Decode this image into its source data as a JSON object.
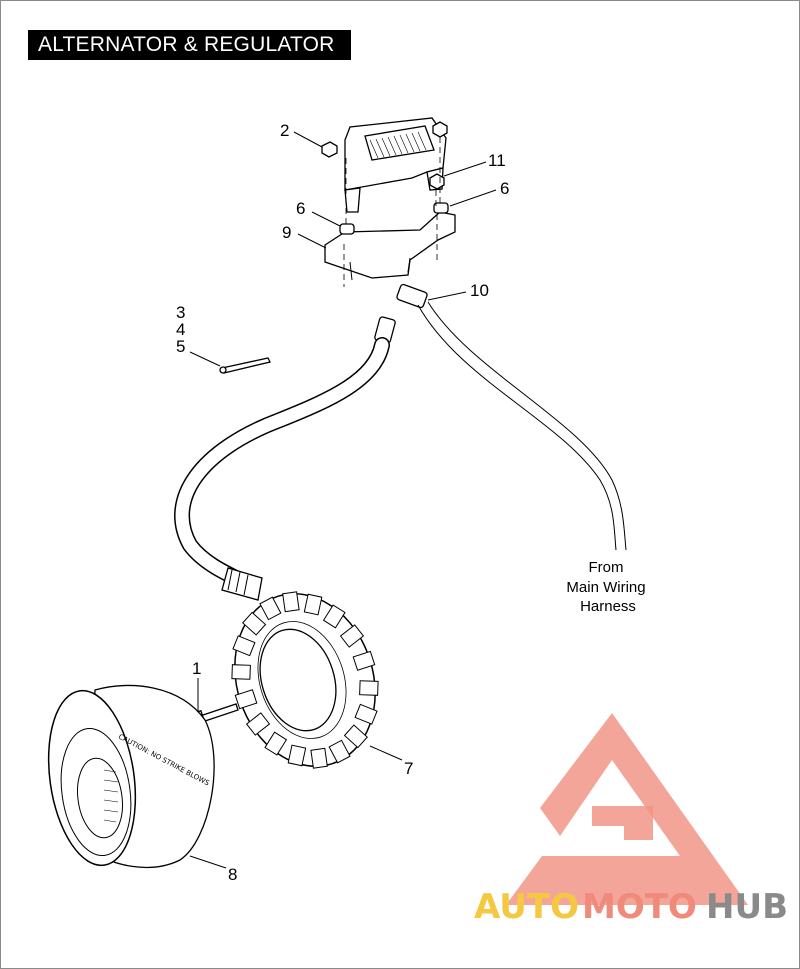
{
  "title": "ALTERNATOR & REGULATOR",
  "callouts": {
    "c1": "1",
    "c2": "2",
    "c3": "3",
    "c4": "4",
    "c5": "5",
    "c6a": "6",
    "c6b": "6",
    "c7": "7",
    "c8": "8",
    "c9": "9",
    "c10": "10",
    "c11": "11"
  },
  "harness_note": [
    "From",
    "Main Wiring",
    "Harness"
  ],
  "rotor_text": {
    "caution": "CAUTION: NO STRIKE BLOWS"
  },
  "watermark": {
    "parts": [
      "AUTO",
      "MOTO",
      "HUB"
    ],
    "colors": {
      "auto": "#f5c842",
      "moto": "#f08a7a",
      "hub": "#8a8a8a",
      "triangle": "#f08a7a"
    }
  }
}
